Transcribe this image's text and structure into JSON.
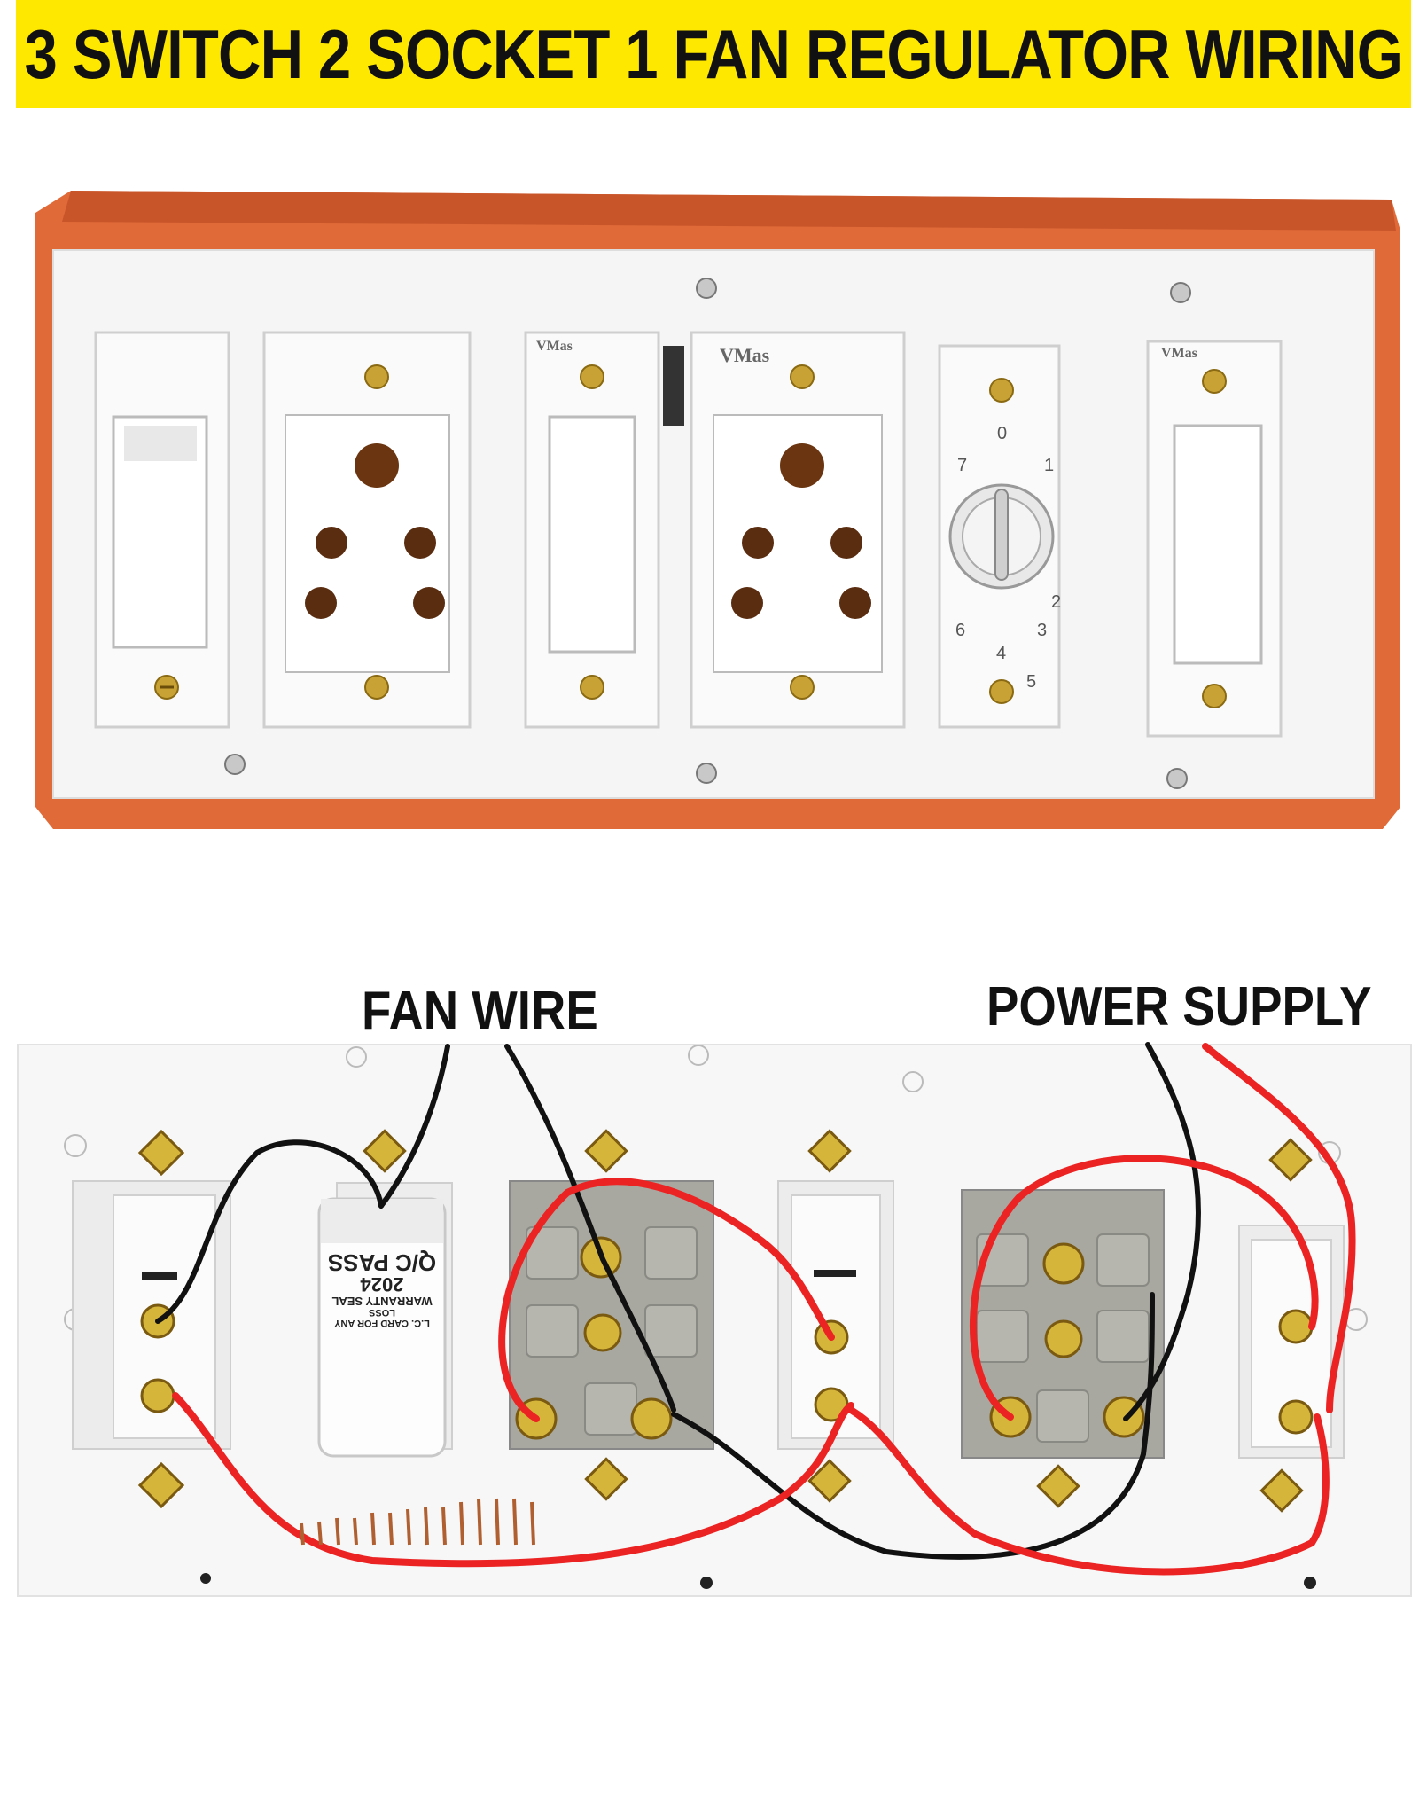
{
  "title": "3 SWITCH 2 SOCKET 1 FAN REGULATOR WIRING",
  "labels": {
    "fan_wire": "FAN WIRE",
    "power_supply": "POWER SUPPLY"
  },
  "front_panel": {
    "brand_text": "VMas",
    "regulator_numbers": [
      "0",
      "1",
      "2",
      "3",
      "4",
      "5",
      "6",
      "7"
    ]
  },
  "capacitor": {
    "line1": "Q/C PASS",
    "line2": "2024",
    "line3": "WARRANTY SEAL",
    "line4": "L.C. CARD FOR ANY LOSS"
  },
  "colors": {
    "banner": "#ffe800",
    "box_orange": "#e06a38",
    "live_wire": "#ec2323",
    "neutral_wire": "#111111"
  }
}
